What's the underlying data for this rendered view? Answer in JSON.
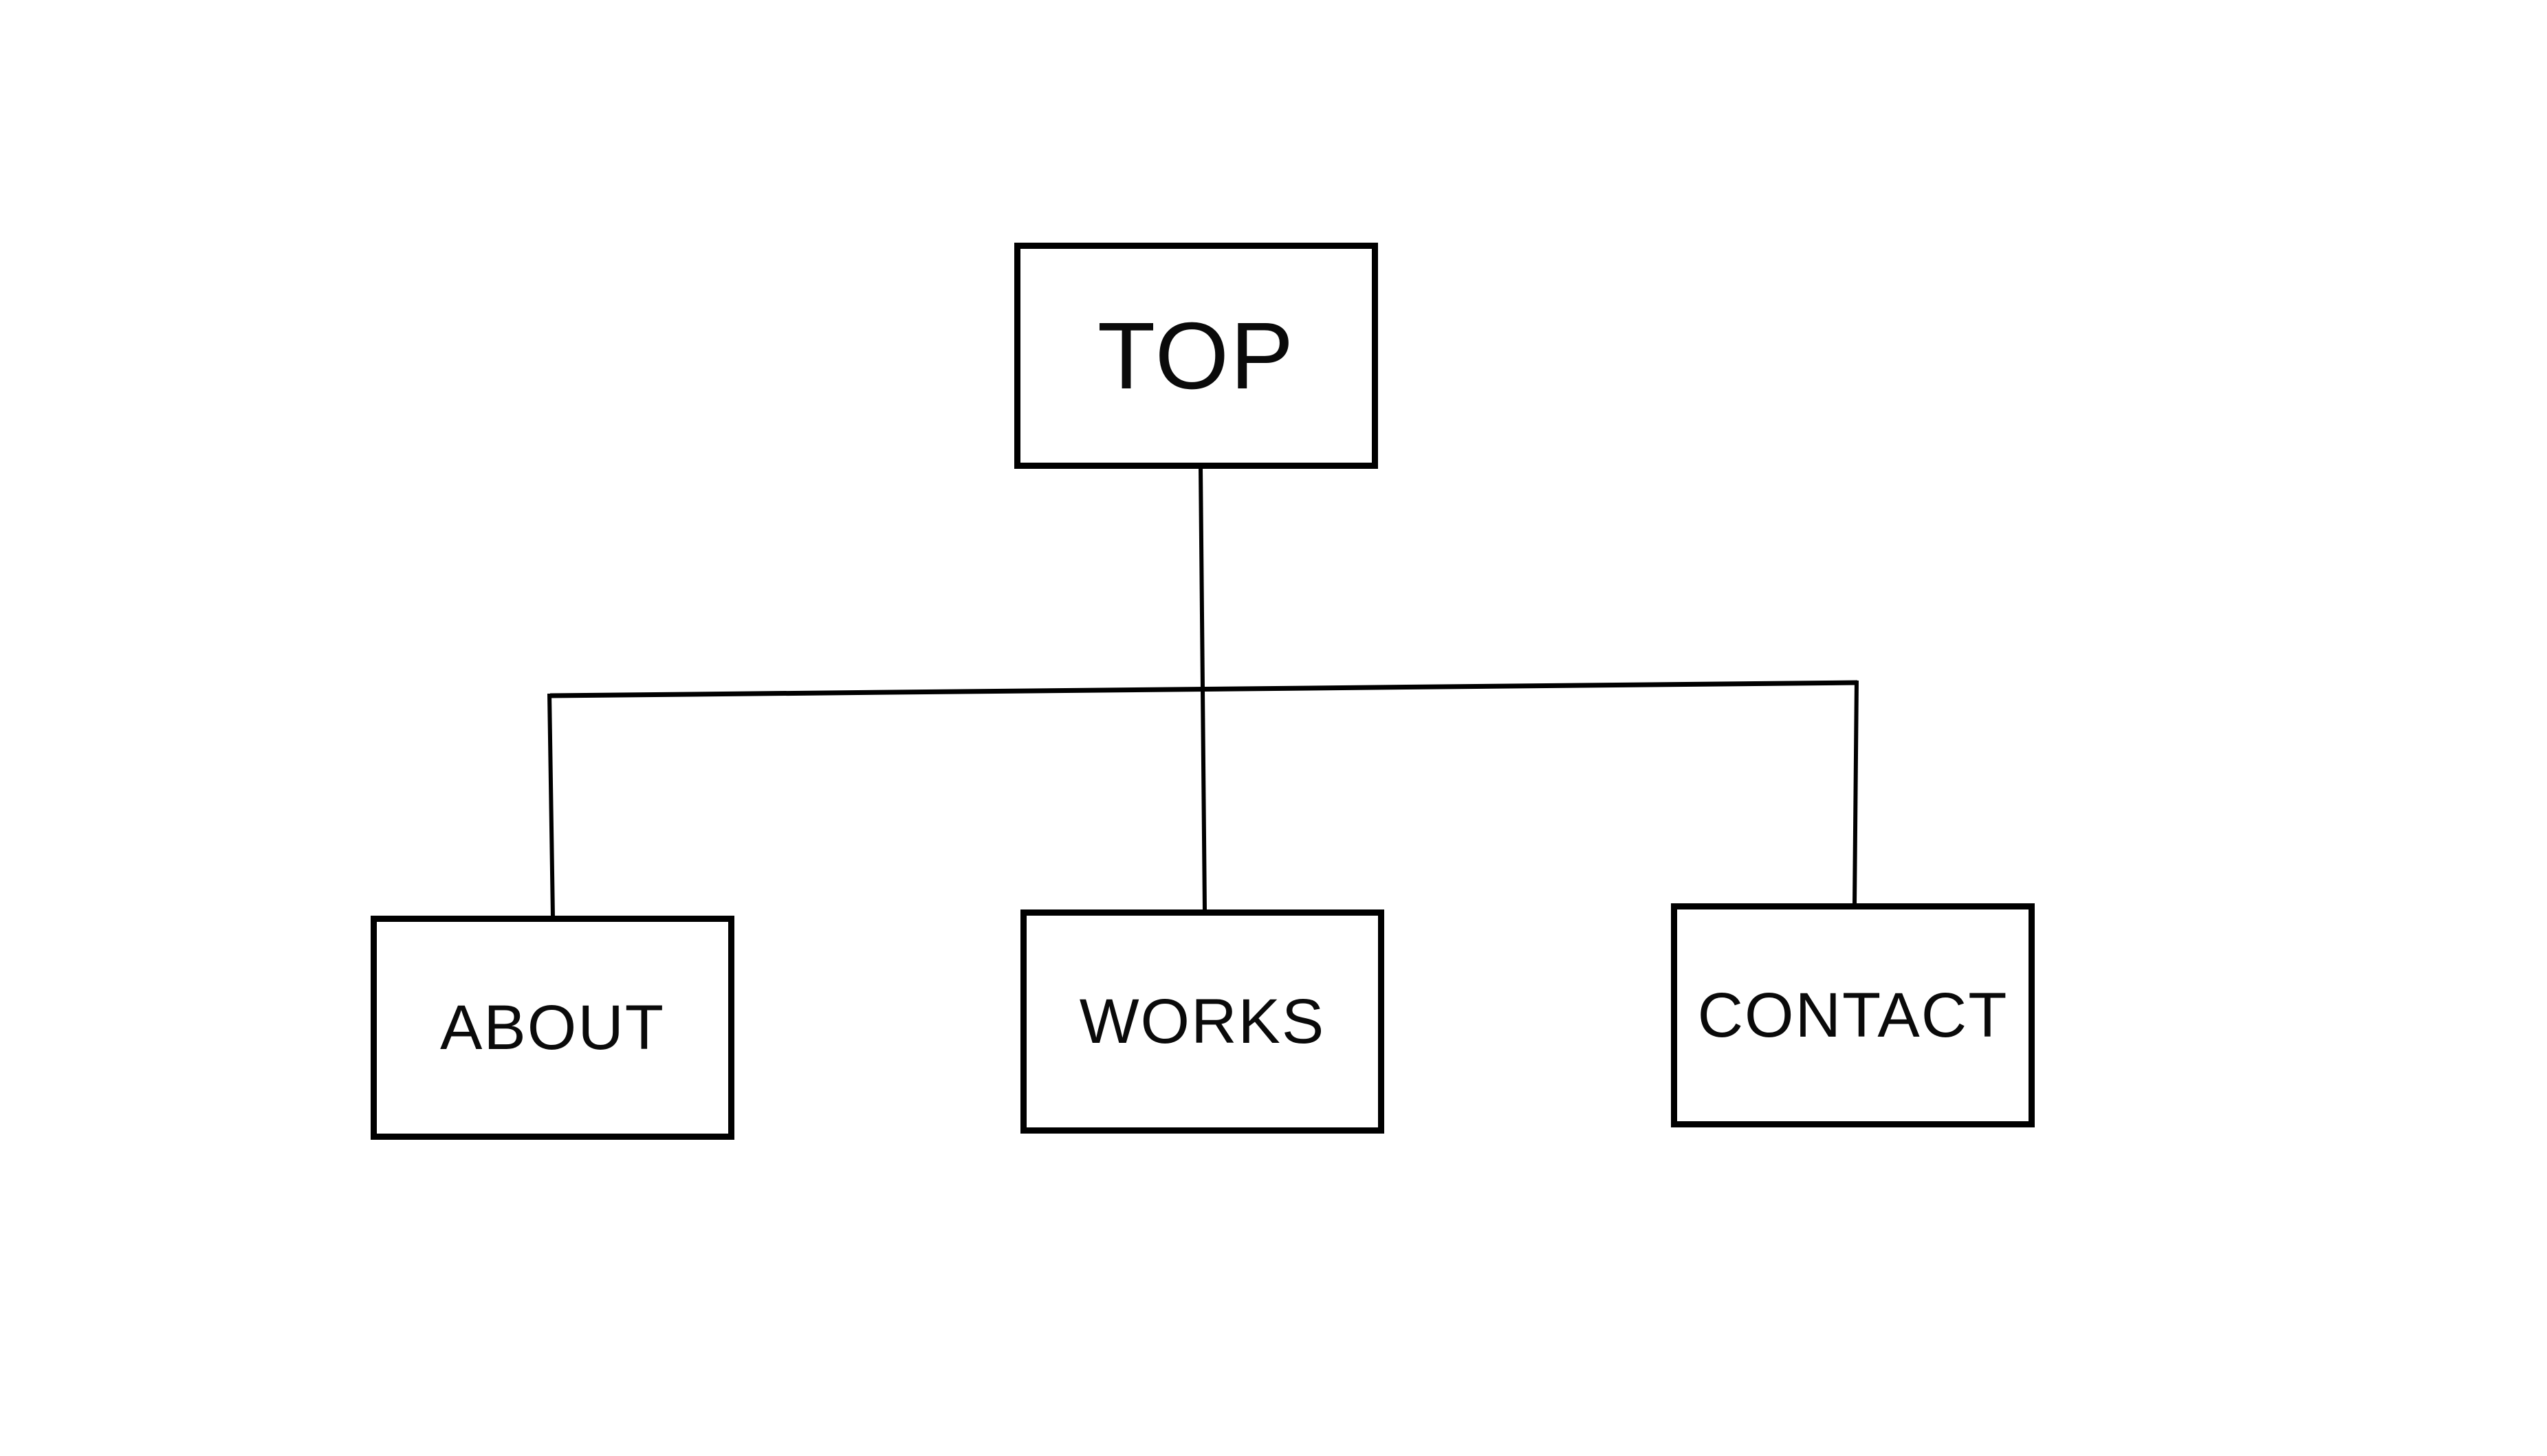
{
  "diagram": {
    "type": "sitemap-tree",
    "background_color": "#ffffff",
    "line_color": "#000000",
    "box_border_color": "#000000",
    "text_color": "#0a0a0a",
    "nodes": [
      {
        "id": "top",
        "label": "TOP",
        "level": 0
      },
      {
        "id": "about",
        "label": "ABOUT",
        "level": 1
      },
      {
        "id": "works",
        "label": "WORKS",
        "level": 1
      },
      {
        "id": "contact",
        "label": "CONTACT",
        "level": 1
      }
    ],
    "edges": [
      {
        "from": "TOP",
        "to": "ABOUT"
      },
      {
        "from": "TOP",
        "to": "WORKS"
      },
      {
        "from": "TOP",
        "to": "CONTACT"
      }
    ]
  }
}
